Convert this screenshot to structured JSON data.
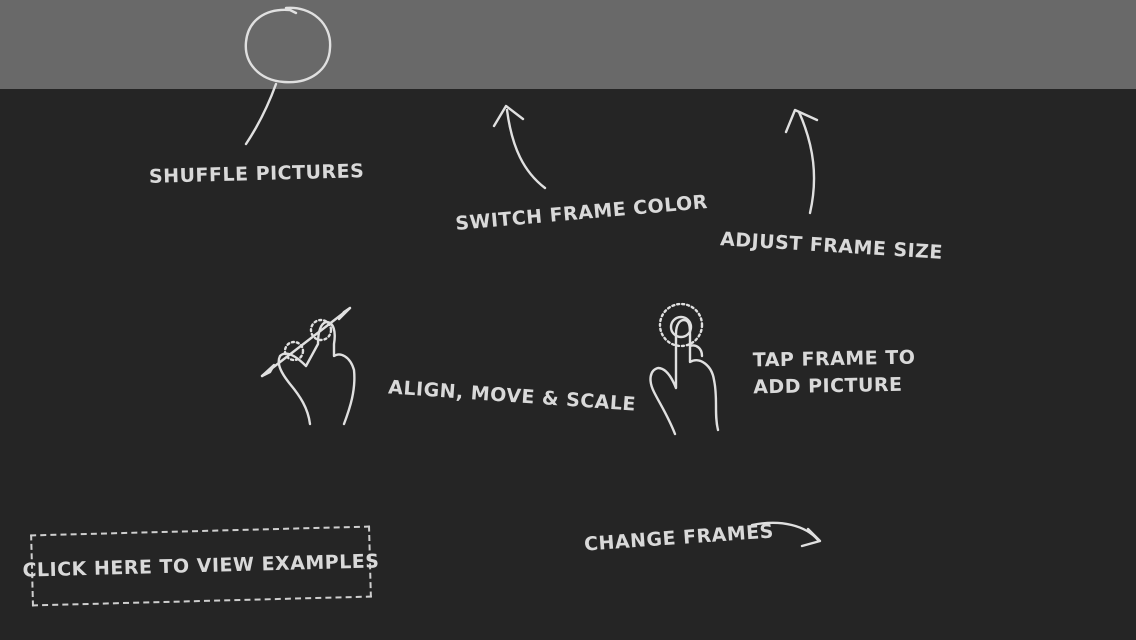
{
  "hints": {
    "shuffle": "SHUFFLE PICTURES",
    "frame_color": "SWITCH FRAME COLOR",
    "frame_size": "ADJUST FRAME SIZE",
    "align": "ALIGN, MOVE & SCALE",
    "tap_line1": "TAP FRAME TO",
    "tap_line2": "ADD PICTURE",
    "change_frames": "CHANGE FRAMES"
  },
  "examples_button": {
    "label": "CLICK HERE TO VIEW EXAMPLES"
  },
  "icons": {
    "shuffle": "circle-icon",
    "pinch": "pinch-gesture-icon",
    "tap": "tap-gesture-icon"
  },
  "colors": {
    "background": "#252525",
    "toolbar": "#696969",
    "ink": "#d9d9d9"
  }
}
